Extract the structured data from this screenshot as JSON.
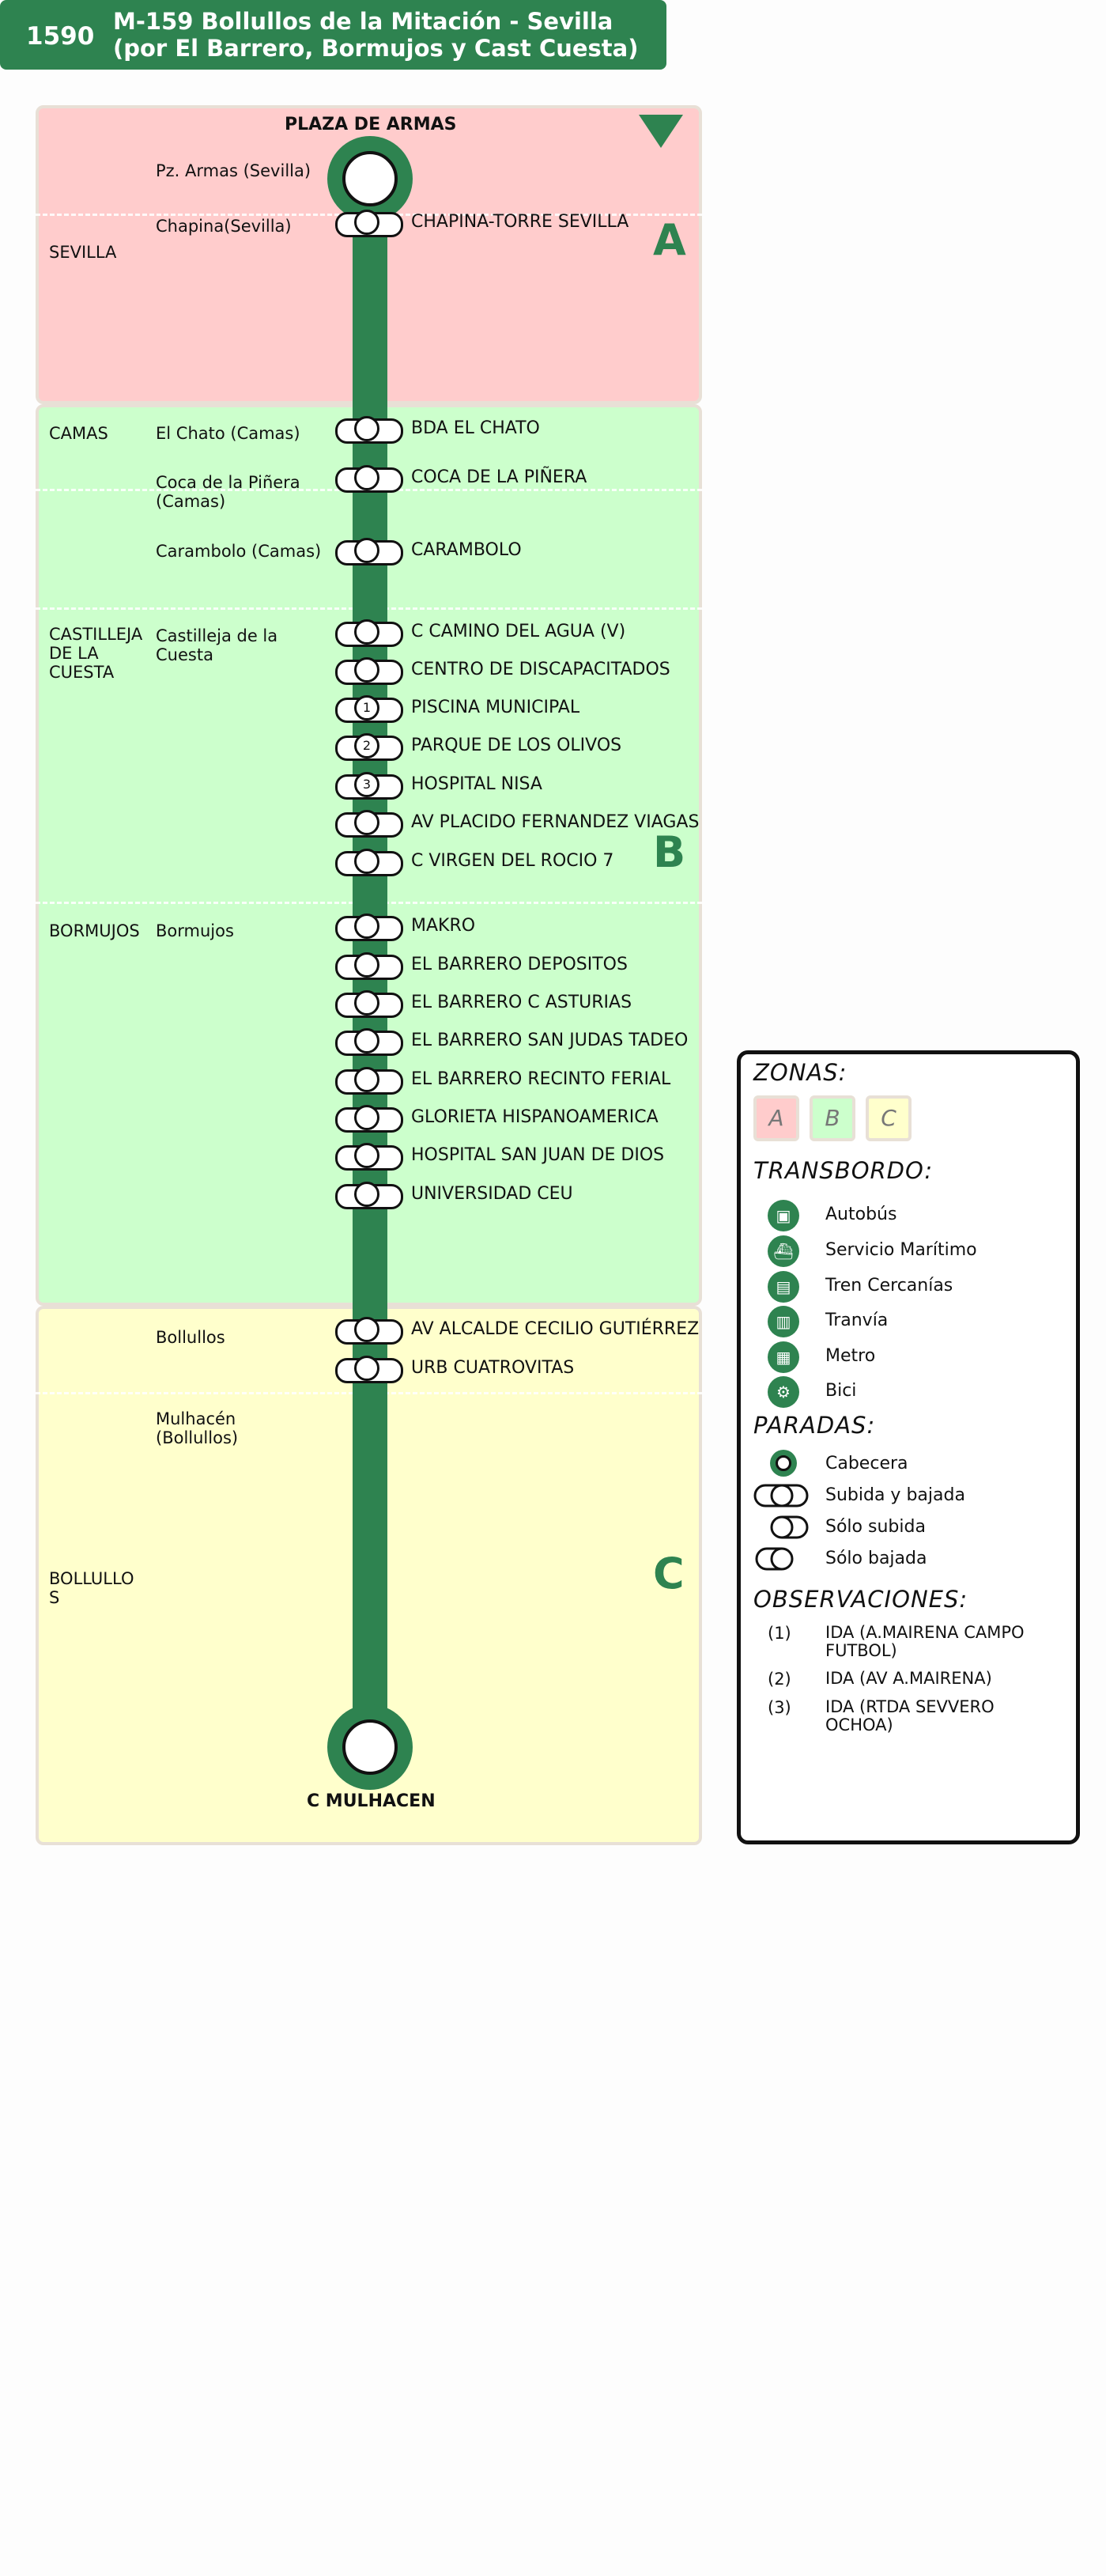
{
  "header": {
    "line_code": "1590",
    "line_name_1": "M-159 Bollullos de la Mitación - Sevilla",
    "line_name_2": "(por El Barrero, Bormujos y Cast Cuesta)"
  },
  "colors": {
    "brand": "#2e8350",
    "zone_a": "#ffcccc",
    "zone_b": "#ccffcc",
    "zone_c": "#ffffcc"
  },
  "zones": {
    "a": "A",
    "b": "B",
    "c": "C"
  },
  "terminals": {
    "start": "PLAZA DE ARMAS",
    "end": "C MULHACEN"
  },
  "municipalities": {
    "sevilla": "SEVILLA",
    "camas": "CAMAS",
    "castilleja": "CASTILLEJA DE LA CUESTA",
    "bormujos": "BORMUJOS",
    "bollullos": "BOLLULLO S"
  },
  "sublocalities": {
    "pz_armas": "Pz. Armas (Sevilla)",
    "chapina": "Chapina(Sevilla)",
    "el_chato": "El Chato (Camas)",
    "coca": "Coca de la Piñera (Camas)",
    "carambolo": "Carambolo (Camas)",
    "castilleja": "Castilleja de la Cuesta",
    "bormujos": "Bormujos",
    "bollullos": "Bollullos",
    "mulhacen": "Mulhacén (Bollullos)"
  },
  "stops": [
    {
      "name": "CHAPINA-TORRE SEVILLA",
      "note": ""
    },
    {
      "name": "BDA EL CHATO",
      "note": ""
    },
    {
      "name": "COCA DE LA PIÑERA",
      "note": ""
    },
    {
      "name": "CARAMBOLO",
      "note": ""
    },
    {
      "name": "C CAMINO DEL AGUA (V)",
      "note": ""
    },
    {
      "name": "CENTRO DE DISCAPACITADOS",
      "note": ""
    },
    {
      "name": "PISCINA MUNICIPAL",
      "note": "1"
    },
    {
      "name": "PARQUE DE LOS OLIVOS",
      "note": "2"
    },
    {
      "name": "HOSPITAL NISA",
      "note": "3"
    },
    {
      "name": "AV PLACIDO FERNANDEZ VIAGAS",
      "note": ""
    },
    {
      "name": "C VIRGEN DEL ROCIO 7",
      "note": ""
    },
    {
      "name": "MAKRO",
      "note": ""
    },
    {
      "name": "EL BARRERO DEPOSITOS",
      "note": ""
    },
    {
      "name": "EL BARRERO C ASTURIAS",
      "note": ""
    },
    {
      "name": "EL BARRERO SAN JUDAS TADEO",
      "note": ""
    },
    {
      "name": "EL BARRERO RECINTO FERIAL",
      "note": ""
    },
    {
      "name": "GLORIETA HISPANOAMERICA",
      "note": ""
    },
    {
      "name": "HOSPITAL SAN JUAN DE DIOS",
      "note": ""
    },
    {
      "name": "UNIVERSIDAD CEU",
      "note": ""
    },
    {
      "name": "AV ALCALDE CECILIO GUTIÉRREZ",
      "note": ""
    },
    {
      "name": "URB CUATROVITAS",
      "note": ""
    }
  ],
  "legend": {
    "zonas_title": "ZONAS:",
    "zones": [
      "A",
      "B",
      "C"
    ],
    "transbordo_title": "TRANSBORDO:",
    "transfers": [
      {
        "icon": "bus-icon",
        "label": "Autobús"
      },
      {
        "icon": "ferry-icon",
        "label": "Servicio Marítimo"
      },
      {
        "icon": "train-icon",
        "label": "Tren Cercanías"
      },
      {
        "icon": "tram-icon",
        "label": "Tranvía"
      },
      {
        "icon": "metro-icon",
        "label": "Metro"
      },
      {
        "icon": "bike-icon",
        "label": "Bici"
      }
    ],
    "paradas_title": "PARADAS:",
    "stop_types": {
      "cabecera": "Cabecera",
      "both": "Subida y bajada",
      "up": "Sólo subida",
      "down": "Sólo bajada"
    },
    "obs_title": "OBSERVACIONES:",
    "observations": [
      {
        "n": "(1)",
        "text": "IDA (A.MAIRENA CAMPO FUTBOL)"
      },
      {
        "n": "(2)",
        "text": "IDA (AV A.MAIRENA)"
      },
      {
        "n": "(3)",
        "text": "IDA (RTDA SEVVERO OCHOA)"
      }
    ]
  }
}
